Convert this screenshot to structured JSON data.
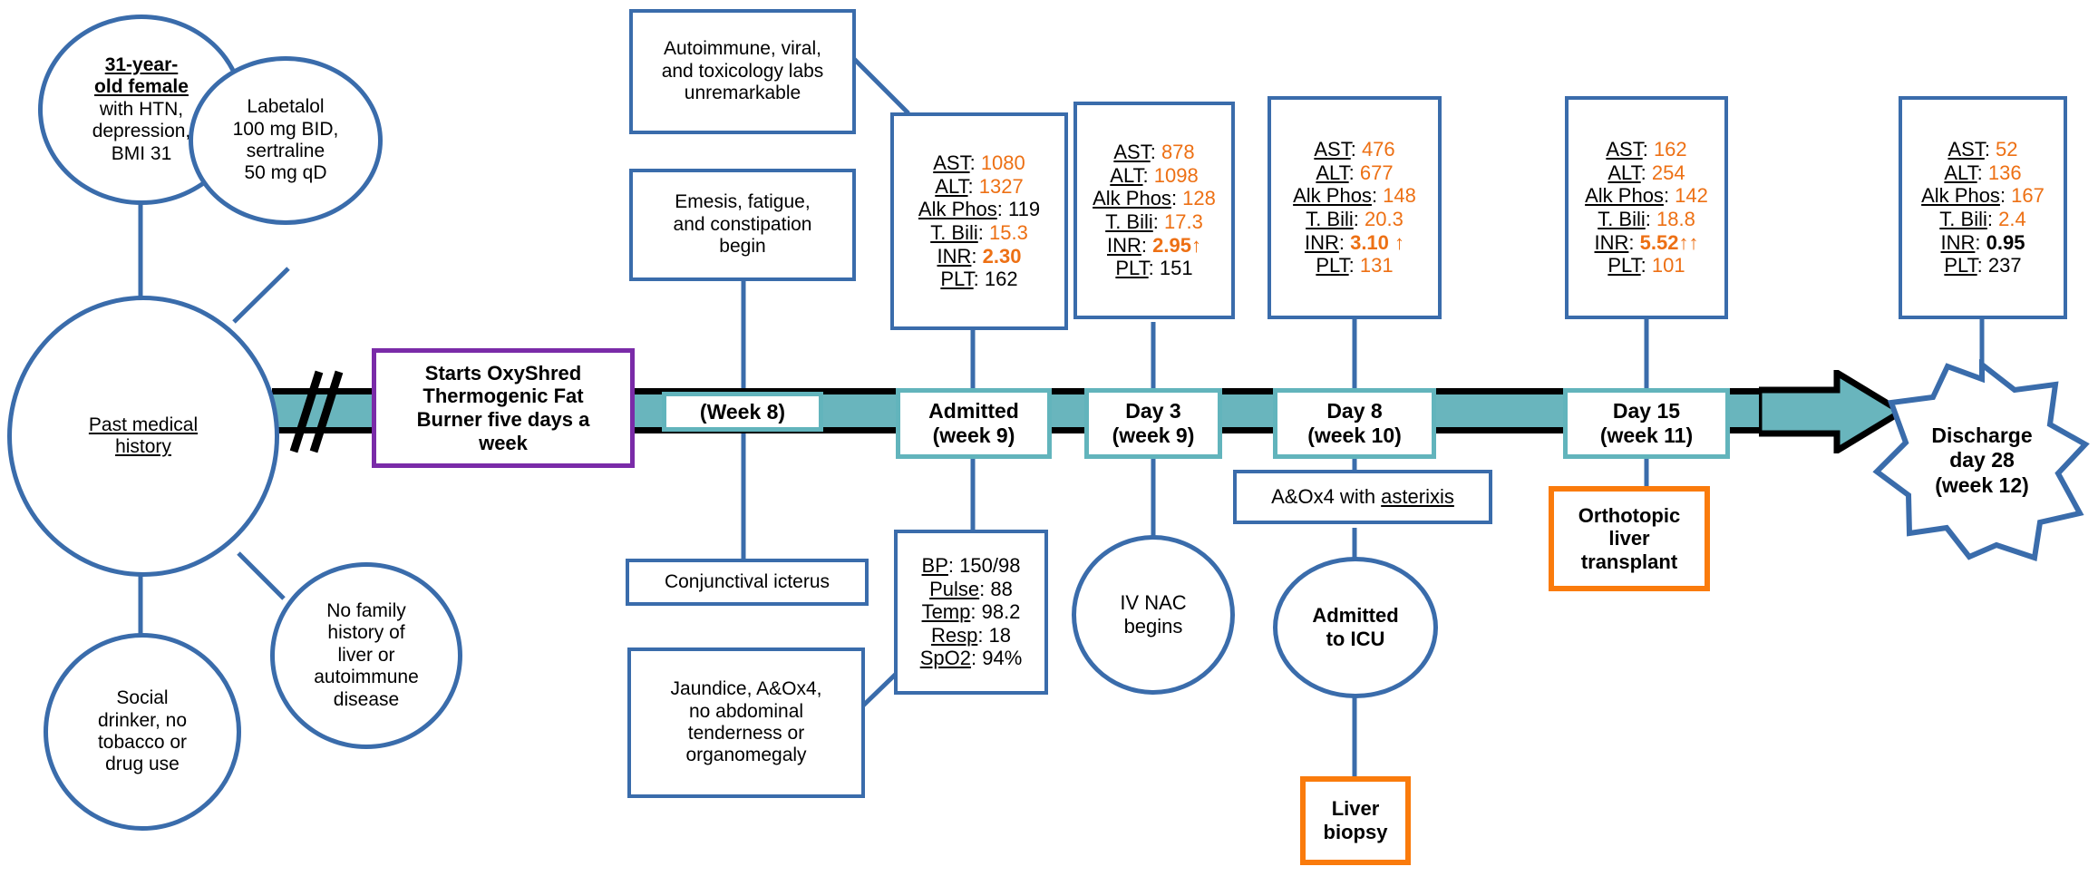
{
  "colors": {
    "blue_outline": "#3A6CAB",
    "orange_outline": "#FA7B0C",
    "purple_outline": "#7A2BA8",
    "teal_outline": "#62B4BC",
    "teal_band": "#69B5BD",
    "abnormal_value": "#ED7014",
    "normal_value": "#000000"
  },
  "history": {
    "patient_circle": {
      "line1": "31-year-",
      "line2": "old female",
      "line3": "with HTN,",
      "line4": "depression,",
      "line5": "BMI 31"
    },
    "meds_circle": {
      "line1": "Labetalol",
      "line2": "100 mg BID,",
      "line3": "sertraline",
      "line4": "50 mg qD"
    },
    "pmh_circle": {
      "line1": "Past medical",
      "line2": "history"
    },
    "family_circle": {
      "line1": "No family",
      "line2": "history of",
      "line3": "liver or",
      "line4": "autoimmune",
      "line5": "disease"
    },
    "social_circle": {
      "line1": "Social",
      "line2": "drinker, no",
      "line3": "tobacco or",
      "line4": "drug use"
    }
  },
  "timeline": {
    "supplement": {
      "line1": "Starts OxyShred",
      "line2": "Thermogenic Fat",
      "line3": "Burner five days a",
      "line4": "week"
    },
    "nodes": [
      {
        "id": "week8",
        "line1": "(Week 8)",
        "line2": ""
      },
      {
        "id": "admit",
        "line1": "Admitted",
        "line2": "(week 9)"
      },
      {
        "id": "day3",
        "line1": "Day 3",
        "line2": "(week 9)"
      },
      {
        "id": "day8",
        "line1": "Day 8",
        "line2": "(week 10)"
      },
      {
        "id": "day15",
        "line1": "Day 15",
        "line2": "(week 11)"
      }
    ],
    "discharge": {
      "line1": "Discharge",
      "line2": "day 28",
      "line3": "(week 12)"
    }
  },
  "notes": {
    "workup": {
      "line1": "Autoimmune, viral,",
      "line2": "and toxicology labs",
      "line3": "unremarkable"
    },
    "symptoms": {
      "line1": "Emesis, fatigue,",
      "line2": "and constipation",
      "line3": "begin"
    },
    "icterus": {
      "line1": "Conjunctival icterus"
    },
    "exam": {
      "line1": "Jaundice, A&Ox4,",
      "line2": "no abdominal",
      "line3": "tenderness or",
      "line4": "organomegaly"
    },
    "asterixis": {
      "pre": "A&Ox4 with ",
      "underlined": "asterixis"
    },
    "nac": {
      "line1": "IV NAC",
      "line2": "begins"
    },
    "icu": {
      "line1": "Admitted",
      "line2": "to ICU"
    },
    "biopsy": {
      "line1": "Liver",
      "line2": "biopsy"
    },
    "transplant": {
      "line1": "Orthotopic",
      "line2": "liver",
      "line3": "transplant"
    }
  },
  "vitals": {
    "rows": [
      {
        "key": "BP",
        "value": "150/98",
        "state": "normal"
      },
      {
        "key": "Pulse",
        "value": "88",
        "state": "normal"
      },
      {
        "key": "Temp",
        "value": "98.2",
        "state": "normal"
      },
      {
        "key": "Resp",
        "value": "18",
        "state": "normal"
      },
      {
        "key": "SpO2",
        "value": "94%",
        "state": "normal"
      }
    ]
  },
  "chart_data": {
    "type": "table",
    "title": "Serial hepatic laboratory values across hospital course",
    "row_labels": [
      "AST",
      "ALT",
      "Alk Phos",
      "T. Bili",
      "INR",
      "PLT"
    ],
    "categories": [
      "Admitted (week 9)",
      "Day 3 (week 9)",
      "Day 8 (week 10)",
      "Day 15 (week 11)",
      "Discharge day 28 (week 12)"
    ],
    "series": [
      {
        "name": "AST",
        "values": [
          1080,
          878,
          476,
          162,
          52
        ]
      },
      {
        "name": "ALT",
        "values": [
          1327,
          1098,
          677,
          254,
          136
        ]
      },
      {
        "name": "Alk Phos",
        "values": [
          119,
          128,
          148,
          142,
          167
        ]
      },
      {
        "name": "T. Bili",
        "values": [
          15.3,
          17.3,
          20.3,
          18.8,
          2.4
        ]
      },
      {
        "name": "INR",
        "values": [
          2.3,
          2.95,
          3.1,
          5.52,
          0.95
        ]
      },
      {
        "name": "PLT",
        "values": [
          162,
          151,
          131,
          101,
          237
        ]
      }
    ],
    "panels": [
      {
        "id": "labs-admit",
        "rows": [
          {
            "key": "AST",
            "value": "1080",
            "state": "high"
          },
          {
            "key": "ALT",
            "value": "1327",
            "state": "high"
          },
          {
            "key": "Alk Phos",
            "value": "119",
            "state": "normal"
          },
          {
            "key": "T. Bili",
            "value": "15.3",
            "state": "high"
          },
          {
            "key": "INR",
            "value": "2.30",
            "state": "high-bold",
            "trend": ""
          },
          {
            "key": "PLT",
            "value": "162",
            "state": "normal"
          }
        ]
      },
      {
        "id": "labs-day3",
        "rows": [
          {
            "key": "AST",
            "value": "878",
            "state": "high"
          },
          {
            "key": "ALT",
            "value": "1098",
            "state": "high"
          },
          {
            "key": "Alk Phos",
            "value": "128",
            "state": "high"
          },
          {
            "key": "T. Bili",
            "value": "17.3",
            "state": "high"
          },
          {
            "key": "INR",
            "value": "2.95",
            "state": "high-bold",
            "trend": "↑"
          },
          {
            "key": "PLT",
            "value": "151",
            "state": "normal"
          }
        ]
      },
      {
        "id": "labs-day8",
        "rows": [
          {
            "key": "AST",
            "value": "476",
            "state": "high"
          },
          {
            "key": "ALT",
            "value": "677",
            "state": "high"
          },
          {
            "key": "Alk Phos",
            "value": "148",
            "state": "high"
          },
          {
            "key": "T. Bili",
            "value": "20.3",
            "state": "high"
          },
          {
            "key": "INR",
            "value": "3.10",
            "state": "high-bold",
            "trend": " ↑"
          },
          {
            "key": "PLT",
            "value": "131",
            "state": "high"
          }
        ]
      },
      {
        "id": "labs-day15",
        "rows": [
          {
            "key": "AST",
            "value": "162",
            "state": "high"
          },
          {
            "key": "ALT",
            "value": "254",
            "state": "high"
          },
          {
            "key": "Alk Phos",
            "value": "142",
            "state": "high"
          },
          {
            "key": "T. Bili",
            "value": "18.8",
            "state": "high"
          },
          {
            "key": "INR",
            "value": "5.52",
            "state": "high-bold",
            "trend": "↑↑"
          },
          {
            "key": "PLT",
            "value": "101",
            "state": "high"
          }
        ]
      },
      {
        "id": "labs-discharge",
        "rows": [
          {
            "key": "AST",
            "value": "52",
            "state": "high"
          },
          {
            "key": "ALT",
            "value": "136",
            "state": "high"
          },
          {
            "key": "Alk Phos",
            "value": "167",
            "state": "high"
          },
          {
            "key": "T. Bili",
            "value": "2.4",
            "state": "high"
          },
          {
            "key": "INR",
            "value": "0.95",
            "state": "normal-bold",
            "trend": ""
          },
          {
            "key": "PLT",
            "value": "237",
            "state": "normal"
          }
        ]
      }
    ]
  }
}
